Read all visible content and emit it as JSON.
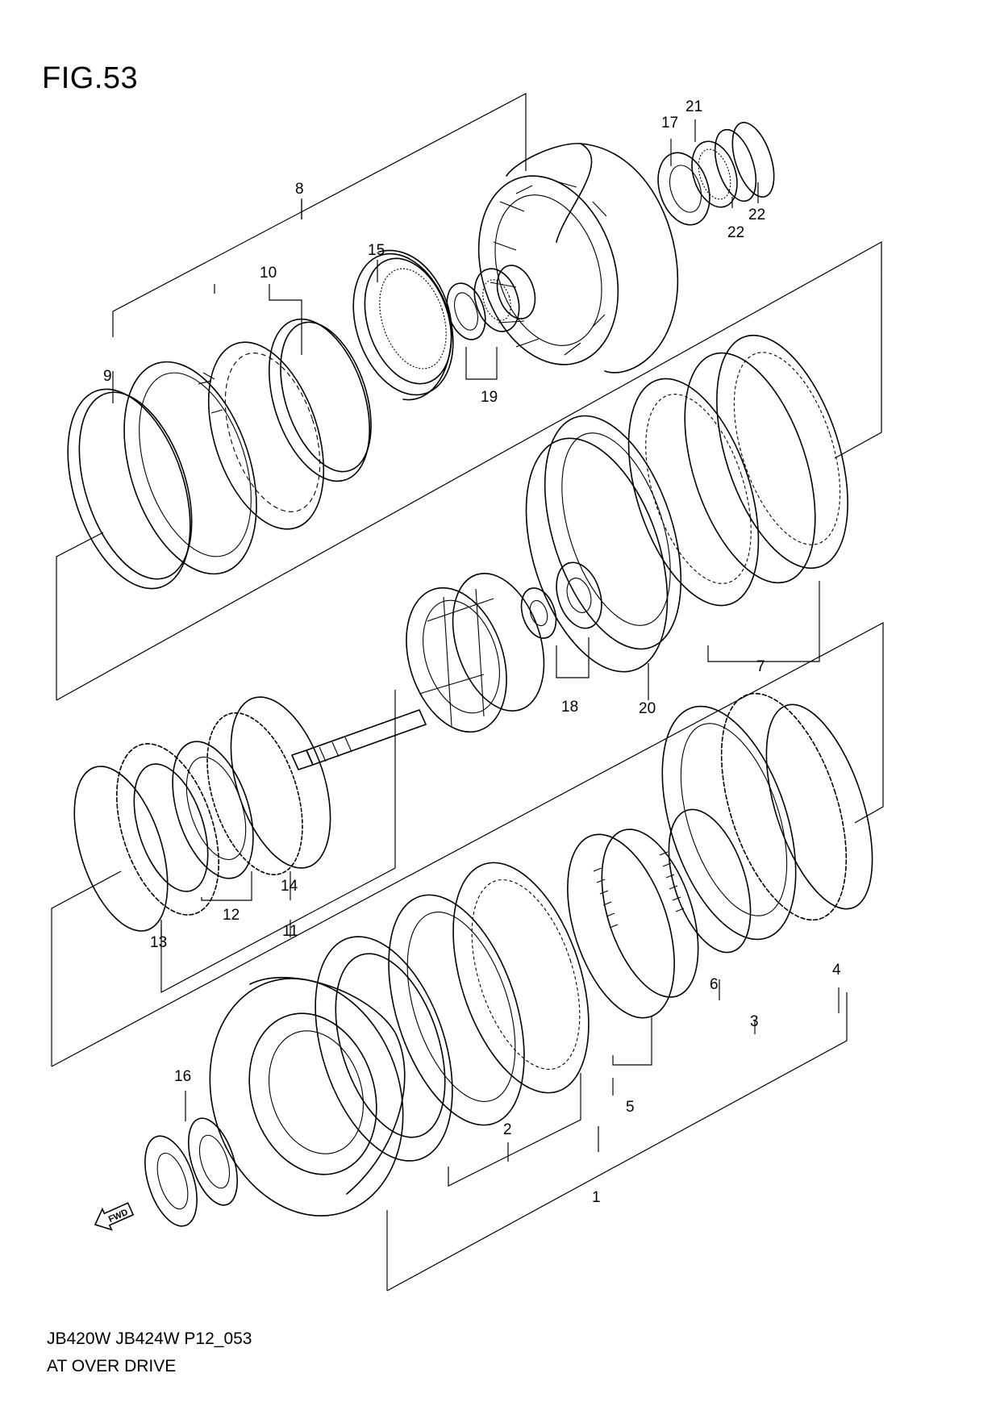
{
  "figure": {
    "title": "FIG.53"
  },
  "footer": {
    "model_code": "JB420W JB424W P12_053",
    "section_name": "AT OVER DRIVE"
  },
  "fwd_arrow": {
    "label": "FWD"
  },
  "callouts": [
    {
      "id": "c1",
      "label": "1"
    },
    {
      "id": "c2",
      "label": "2"
    },
    {
      "id": "c3",
      "label": "3"
    },
    {
      "id": "c4",
      "label": "4"
    },
    {
      "id": "c5",
      "label": "5"
    },
    {
      "id": "c6",
      "label": "6"
    },
    {
      "id": "c7",
      "label": "7"
    },
    {
      "id": "c8",
      "label": "8"
    },
    {
      "id": "c9",
      "label": "9"
    },
    {
      "id": "c10",
      "label": "10"
    },
    {
      "id": "c11",
      "label": "11"
    },
    {
      "id": "c12",
      "label": "12"
    },
    {
      "id": "c13",
      "label": "13"
    },
    {
      "id": "c14",
      "label": "14"
    },
    {
      "id": "c15",
      "label": "15"
    },
    {
      "id": "c16",
      "label": "16"
    },
    {
      "id": "c17",
      "label": "17"
    },
    {
      "id": "c18",
      "label": "18"
    },
    {
      "id": "c19",
      "label": "19"
    },
    {
      "id": "c20",
      "label": "20"
    },
    {
      "id": "c21",
      "label": "21"
    },
    {
      "id": "c22a",
      "label": "22"
    },
    {
      "id": "c22b",
      "label": "22"
    }
  ]
}
